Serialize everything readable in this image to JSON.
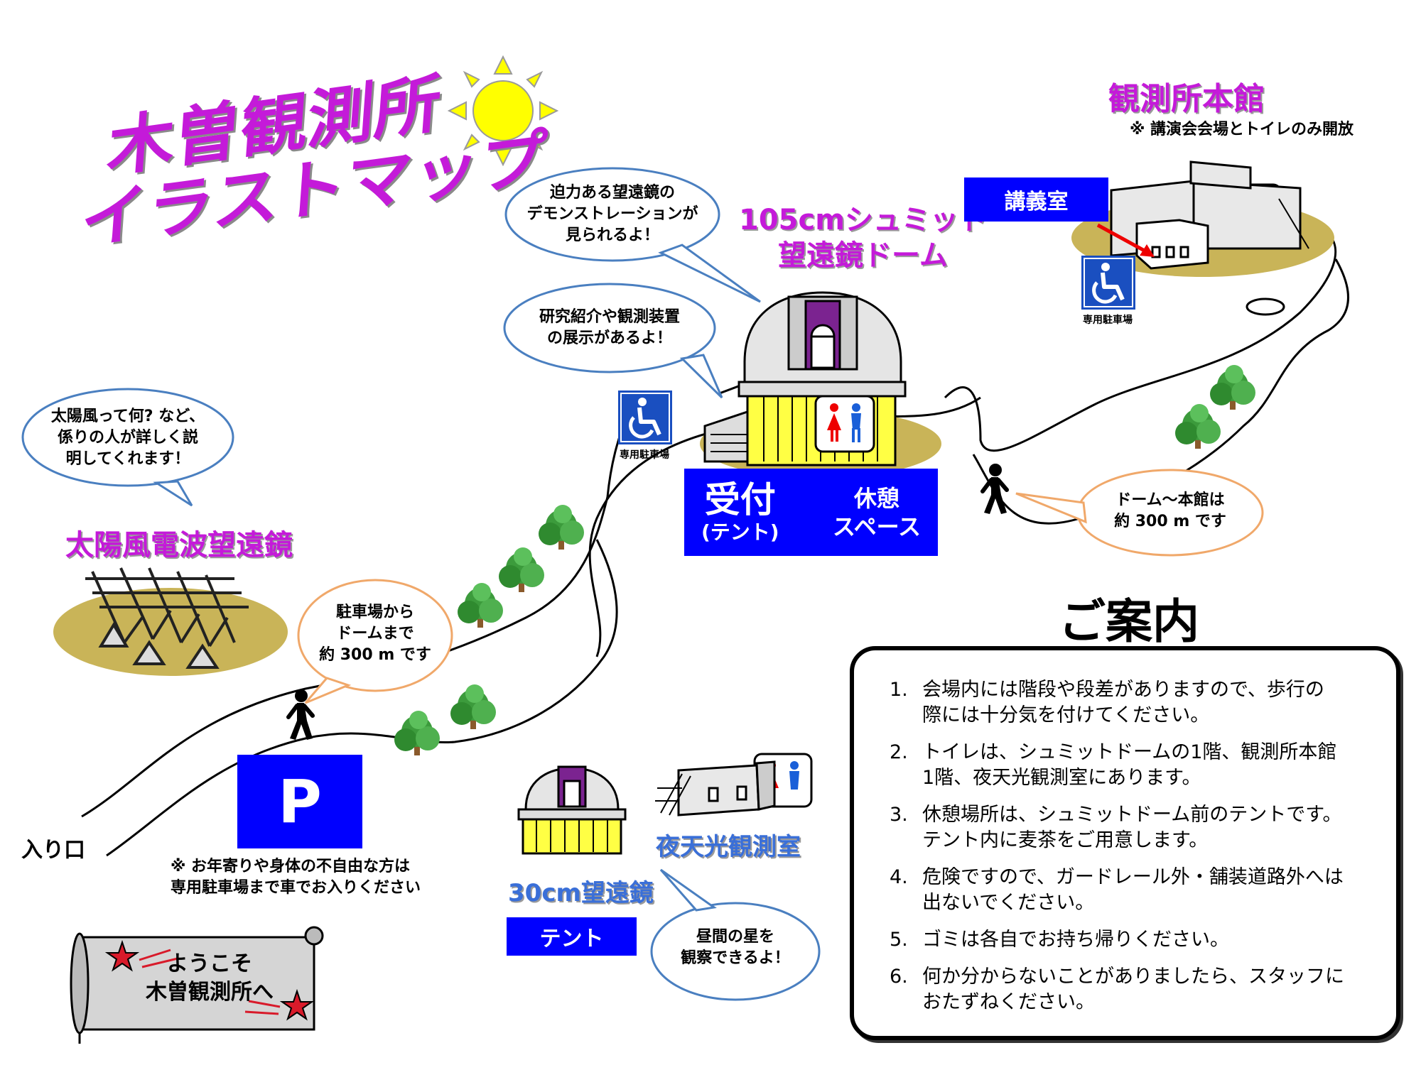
{
  "title": {
    "line1": "木曽観測所",
    "line2": "イラストマップ"
  },
  "places": {
    "dome105": {
      "line1": "105cmシュミット",
      "line2": "望遠鏡ドーム"
    },
    "main_building": {
      "name": "観測所本館",
      "note": "※ 講演会会場とトイレのみ開放"
    },
    "solar_wind": "太陽風電波望遠鏡",
    "telescope30": "30cm望遠鏡",
    "night_sky": "夜天光観測室",
    "entrance": "入り口"
  },
  "boxes": {
    "lecture_room": "講義室",
    "reception": "受付",
    "reception_tent": "(テント)",
    "rest": "休憩\nスペース",
    "parking": "P",
    "tent": "テント"
  },
  "accessible_parking_label": "専用駐車場",
  "bubbles": {
    "demo": "迫力ある望遠鏡の\nデモンストレーションが\n見られるよ！",
    "research": "研究紹介や観測装置\nの展示があるよ！",
    "solar": "太陽風って何? など、\n係りの人が詳しく説\n明してくれます！",
    "parking_distance": "駐車場から\nドームまで\n約 300 m です",
    "dome_distance": "ドーム～本館は\n約 300 m です",
    "daystar": "昼間の星を\n観察できるよ！"
  },
  "parking_note": "※ お年寄りや身体の不自由な方は\n専用駐車場まで車でお入りください",
  "welcome": {
    "line1": "ようこそ",
    "line2": "木曽観測所へ"
  },
  "guide": {
    "title": "ご案内",
    "items": [
      {
        "num": "1.",
        "text": "会場内には階段や段差がありますので、歩行の\n際には十分気を付けてください。"
      },
      {
        "num": "2.",
        "text": "トイレは、シュミットドームの1階、観測所本館\n1階、夜天光観測室にあります。"
      },
      {
        "num": "3.",
        "text": "休憩場所は、シュミットドーム前のテントです。\nテント内に麦茶をご用意します。"
      },
      {
        "num": "4.",
        "text": "危険ですので、ガードレール外・舗装道路外へは\n出ないでください。"
      },
      {
        "num": "5.",
        "text": "ゴミは各自でお持ち帰りください。"
      },
      {
        "num": "6.",
        "text": "何か分からないことがありましたら、スタッフに\nおたずねください。"
      }
    ]
  },
  "colors": {
    "accent_purple": "#c41ad9",
    "box_blue": "#0000ff",
    "ground_olive": "#c9b458",
    "sun_yellow": "#ffff00"
  },
  "icons": [
    "sun-icon",
    "wheelchair-icon",
    "toilet-icon",
    "walker-icon",
    "tree-icon",
    "star-icon",
    "dome-icon"
  ]
}
